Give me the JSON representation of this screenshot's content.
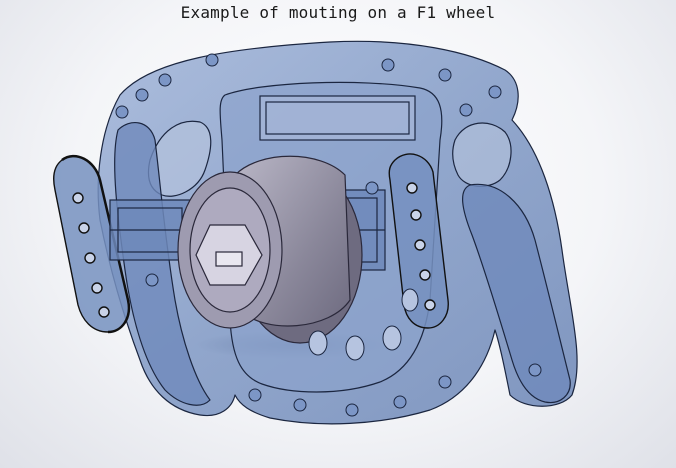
{
  "header": {
    "title": "Example of mouting on a F1 wheel"
  },
  "model": {
    "colors": {
      "shell_fill": "#7d98c6",
      "shell_stroke": "#1b2640",
      "hub_fill": "#8e8b9e",
      "shadow": "#2a2f4a"
    },
    "icons": [
      "hex-nut-icon",
      "quick-release-hub",
      "shift-paddle"
    ]
  }
}
